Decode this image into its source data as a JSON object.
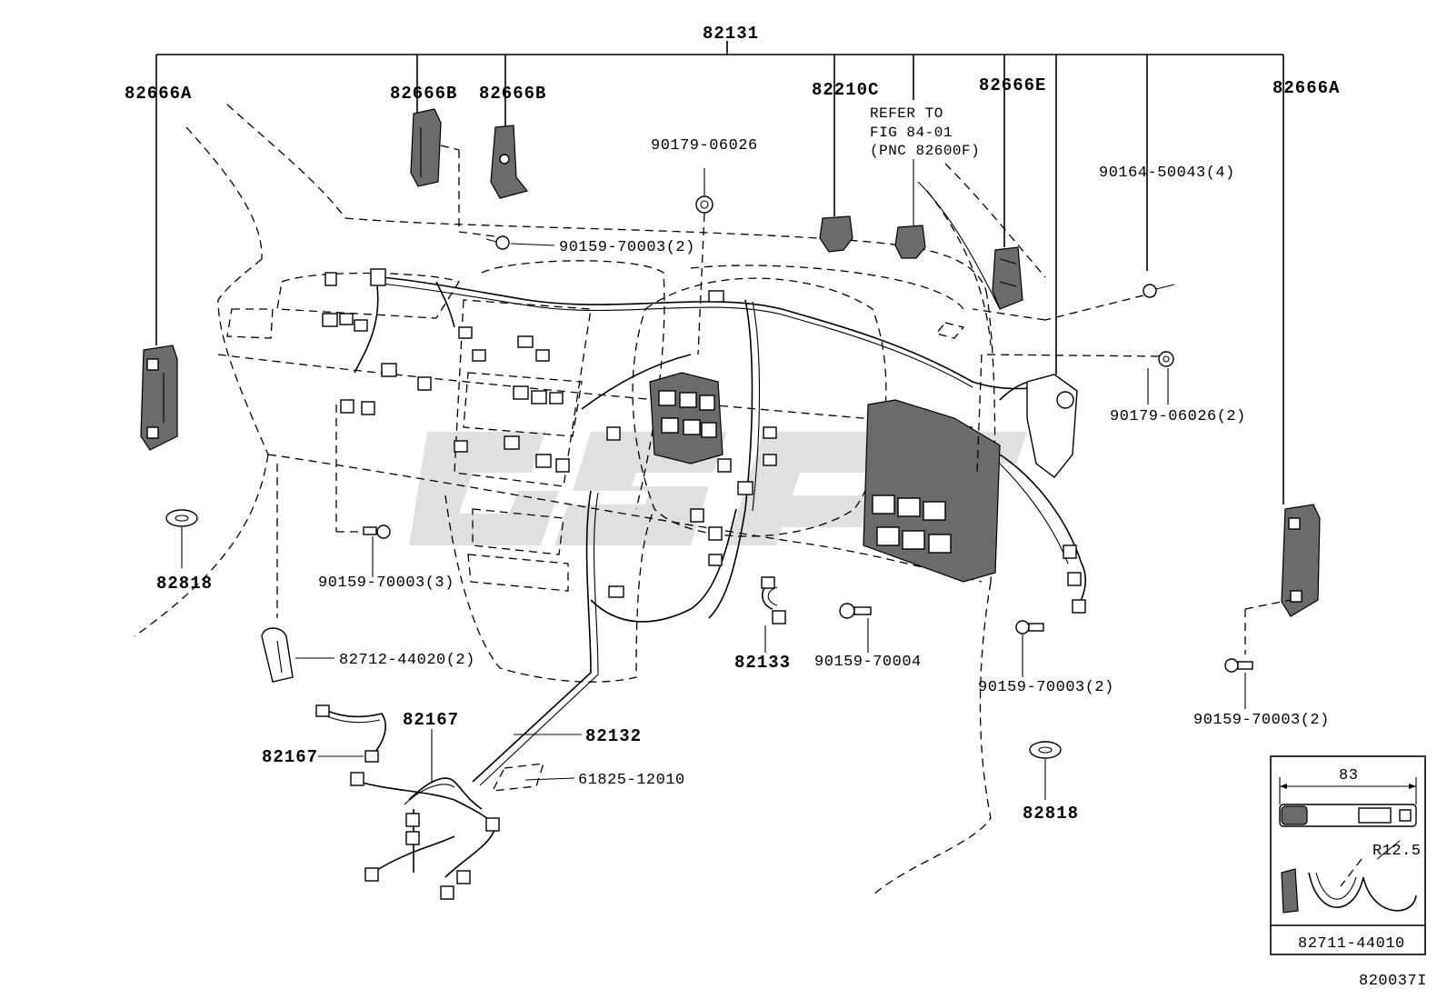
{
  "parts": {
    "main_harness": "82131",
    "clamp_a_left": "82666A",
    "clamp_b_1": "82666B",
    "clamp_b_2": "82666B",
    "relay_c": "82210C",
    "refer_line1": "REFER TO",
    "refer_line2": "FIG 84-01",
    "refer_line3": "(PNC 82600F)",
    "clamp_e": "82666E",
    "clamp_a_right": "82666A",
    "clip_top": "90179-06026",
    "screw_top": "90159-70003(2)",
    "bolt_right": "90164-50043(4)",
    "clip_right": "90179-06026(2)",
    "grommet_left": "82818",
    "screw_left": "90159-70003(3)",
    "clip_bottom_left": "82712-44020(2)",
    "harness_82133": "82133",
    "screw_center": "90159-70004",
    "screw_lower_right": "90159-70003(2)",
    "screw_far_right": "90159-70003(2)",
    "harness_82167_upper": "82167",
    "harness_82167_left": "82167",
    "harness_82132": "82132",
    "label_61825": "61825-12010",
    "grommet_bottom": "82818"
  },
  "inset": {
    "dimension": "83",
    "radius": "R12.5",
    "part_number": "82711-44010"
  },
  "figure_id": "820037I",
  "watermark": "GSF"
}
